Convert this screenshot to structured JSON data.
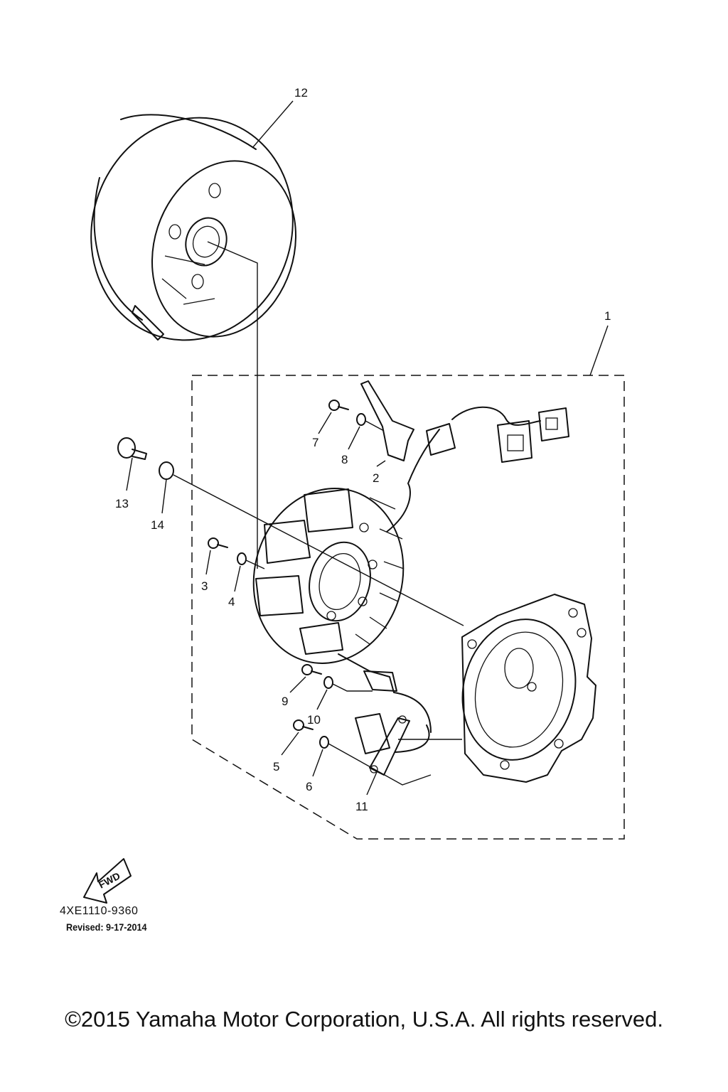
{
  "callouts": [
    "1",
    "2",
    "3",
    "4",
    "5",
    "6",
    "7",
    "8",
    "9",
    "10",
    "11",
    "12",
    "13",
    "14"
  ],
  "fwd_label": "FWD",
  "part_number": "4XE1110-9360",
  "revised": "Revised: 9-17-2014",
  "copyright": "©2015 Yamaha Motor Corporation, U.S.A. All rights reserved."
}
